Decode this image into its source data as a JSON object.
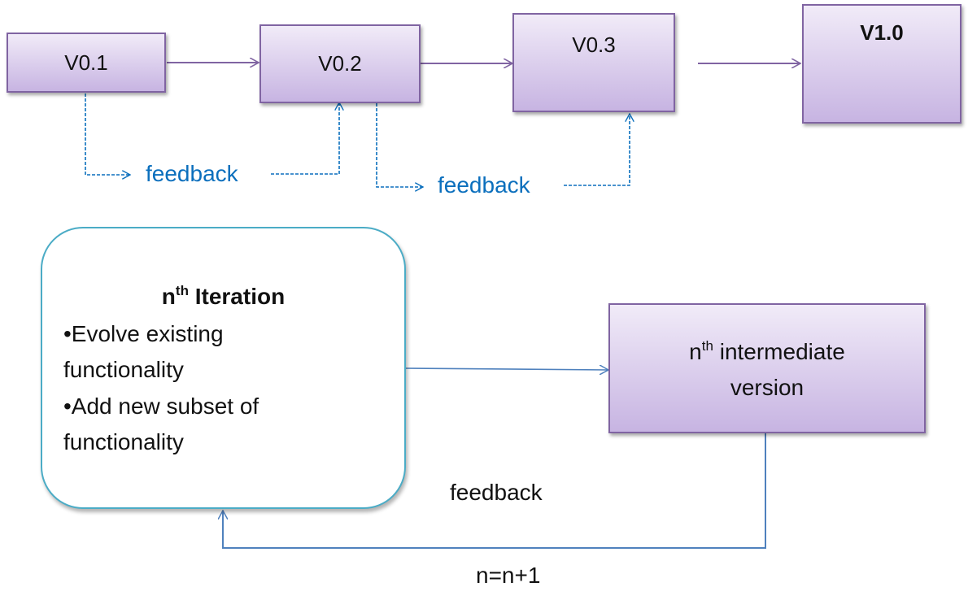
{
  "versions": [
    {
      "label": "V0.1",
      "bold": false
    },
    {
      "label": "V0.2",
      "bold": false
    },
    {
      "label": "V0.3",
      "bold": false
    },
    {
      "label": "V1.0",
      "bold": true
    }
  ],
  "feedback_labels": [
    "feedback",
    "feedback"
  ],
  "iteration": {
    "title_prefix": "n",
    "title_sup": "th",
    "title_rest": " Iteration",
    "lines": [
      "•Evolve existing",
      "functionality",
      "•Add new subset of",
      "functionality"
    ]
  },
  "intermediate": {
    "prefix": "n",
    "sup": "th",
    "line1_rest": " intermediate",
    "line2": "version"
  },
  "loop": {
    "feedback_label": "feedback",
    "counter_label": "n=n+1"
  },
  "colors": {
    "note_border": "#8064a2",
    "dashed_feedback": "#0b6fbd",
    "iteration_border": "#4bacc6",
    "loop_line": "#4f81bd"
  }
}
